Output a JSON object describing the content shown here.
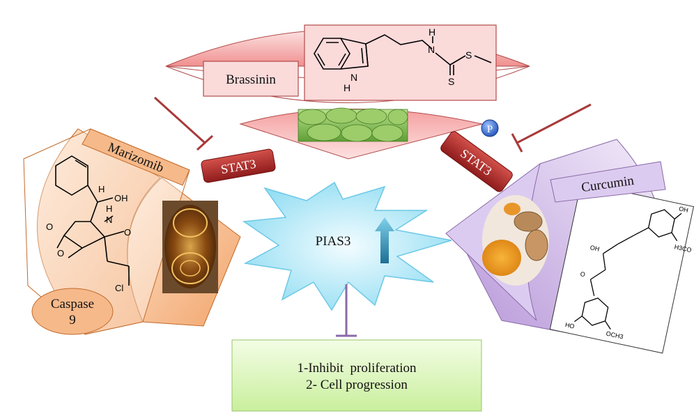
{
  "labels": {
    "brassinin": "Brassinin",
    "marizomib": "Marizomib",
    "curcumin": "Curcumin",
    "stat3_left": "STAT3",
    "stat3_right": "STAT3",
    "phospho": "P",
    "pias3": "PIAS3",
    "caspase_line1": "Caspase",
    "caspase_line2": "9",
    "outcome_line1": "1-Inhibit  proliferation",
    "outcome_line2": "2- Cell progression"
  },
  "structure_atoms": {
    "brassinin": {
      "nh_h": "H",
      "nh_n": "N",
      "s1": "S",
      "s2": "S",
      "ring_n": "N",
      "ring_h": "H"
    },
    "marizomib": {
      "h": "H",
      "oh": "OH",
      "nh_h": "H",
      "nh_n": "N",
      "o1": "O",
      "o2": "O",
      "o3": "O",
      "cl": "Cl"
    },
    "curcumin": {
      "oh_top": "OH",
      "methoxy_top": "H3CO",
      "enol_oh": "OH",
      "keto_o": "O",
      "oh_bottom": "HO",
      "methoxy_bottom": "OCH3"
    }
  },
  "colors": {
    "brassinin_panel": "#f4a6a6",
    "marizomib_panel": "#f6b98a",
    "curcumin_panel": "#c9b4e2",
    "stat3": "#b82a2a",
    "pias3_burst": "#a9e7f6",
    "outcome_box": "#d9f5b5",
    "inhibition_arrow": "#a83a3a",
    "pias3_inhibition": "#8a6aa8",
    "up_arrow": "#2b8fb3"
  }
}
